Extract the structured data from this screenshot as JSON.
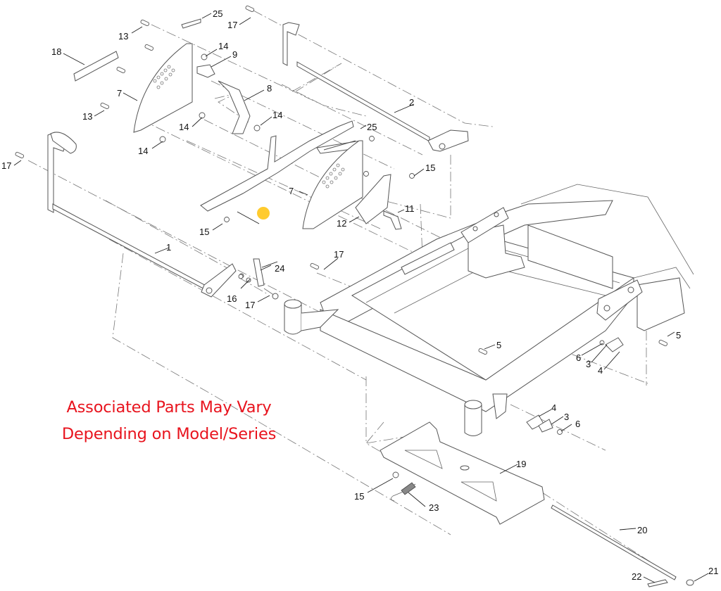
{
  "diagram": {
    "notice": {
      "line1": "Associated Parts May Vary",
      "line2": "Depending on Model/Series",
      "color": "#e8141e"
    },
    "highlight_color": "#ffcb2e",
    "callouts": [
      {
        "id": "c-25a",
        "label": "25"
      },
      {
        "id": "c-17a",
        "label": "17"
      },
      {
        "id": "c-13a",
        "label": "13"
      },
      {
        "id": "c-18",
        "label": "18"
      },
      {
        "id": "c-14a",
        "label": "14"
      },
      {
        "id": "c-9",
        "label": "9"
      },
      {
        "id": "c-7a",
        "label": "7"
      },
      {
        "id": "c-8",
        "label": "8"
      },
      {
        "id": "c-2",
        "label": "2"
      },
      {
        "id": "c-13b",
        "label": "13"
      },
      {
        "id": "c-14b",
        "label": "14"
      },
      {
        "id": "c-14c",
        "label": "14"
      },
      {
        "id": "c-14d",
        "label": "14"
      },
      {
        "id": "c-25b",
        "label": "25"
      },
      {
        "id": "c-17b",
        "label": "17"
      },
      {
        "id": "c-15a",
        "label": "15"
      },
      {
        "id": "c-7b",
        "label": "7"
      },
      {
        "id": "c-11",
        "label": "11"
      },
      {
        "id": "c-12",
        "label": "12"
      },
      {
        "id": "c-15b",
        "label": "15"
      },
      {
        "id": "c-1",
        "label": "1"
      },
      {
        "id": "c-17c",
        "label": "17"
      },
      {
        "id": "c-24",
        "label": "24"
      },
      {
        "id": "c-16",
        "label": "16"
      },
      {
        "id": "c-17d",
        "label": "17"
      },
      {
        "id": "c-5a",
        "label": "5"
      },
      {
        "id": "c-5b",
        "label": "5"
      },
      {
        "id": "c-6a",
        "label": "6"
      },
      {
        "id": "c-3a",
        "label": "3"
      },
      {
        "id": "c-4a",
        "label": "4"
      },
      {
        "id": "c-4b",
        "label": "4"
      },
      {
        "id": "c-3b",
        "label": "3"
      },
      {
        "id": "c-6b",
        "label": "6"
      },
      {
        "id": "c-19",
        "label": "19"
      },
      {
        "id": "c-15c",
        "label": "15"
      },
      {
        "id": "c-23",
        "label": "23"
      },
      {
        "id": "c-20",
        "label": "20"
      },
      {
        "id": "c-22",
        "label": "22"
      },
      {
        "id": "c-21",
        "label": "21"
      }
    ]
  }
}
